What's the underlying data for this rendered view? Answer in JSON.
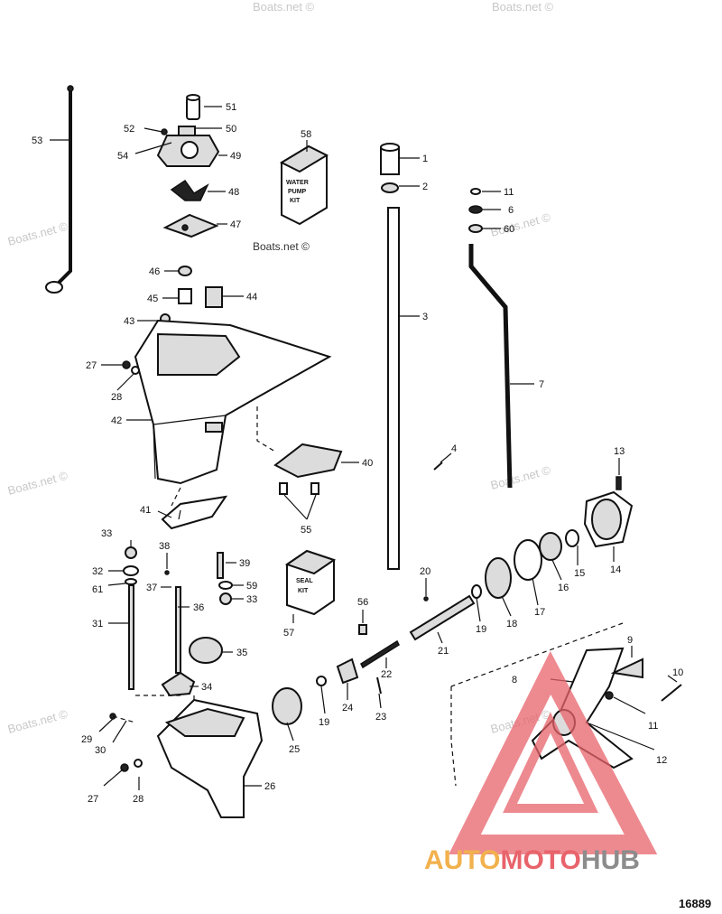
{
  "colors": {
    "line": "#111111",
    "watermark": "#c8c8c8",
    "logo_red": "#e8636b",
    "logo_orange": "#f2b14d",
    "logo_gray": "#8c8c8c"
  },
  "watermark_text": "Boats.net ©",
  "diagram_id": "16889",
  "logo": {
    "part1": "AUTO",
    "part2": "MOTO",
    "part3": "HUB"
  },
  "kits": {
    "water_pump": [
      "WATER",
      "PUMP",
      "KIT"
    ],
    "seal": [
      "SEAL",
      "KIT"
    ]
  },
  "callouts": {
    "c1": "1",
    "c2": "2",
    "c3": "3",
    "c4": "4",
    "c6": "6",
    "c7": "7",
    "c8": "8",
    "c9": "9",
    "c10": "10",
    "c11a": "11",
    "c11b": "11",
    "c12": "12",
    "c13": "13",
    "c14": "14",
    "c15": "15",
    "c16": "16",
    "c17": "17",
    "c18": "18",
    "c19a": "19",
    "c19b": "19",
    "c20": "20",
    "c21": "21",
    "c22": "22",
    "c23": "23",
    "c24": "24",
    "c25": "25",
    "c26": "26",
    "c27a": "27",
    "c27b": "27",
    "c28a": "28",
    "c28b": "28",
    "c29": "29",
    "c30": "30",
    "c31": "31",
    "c32": "32",
    "c33a": "33",
    "c33b": "33",
    "c34": "34",
    "c35": "35",
    "c36": "36",
    "c37": "37",
    "c38": "38",
    "c39": "39",
    "c40": "40",
    "c41": "41",
    "c42": "42",
    "c43": "43",
    "c44": "44",
    "c45": "45",
    "c46": "46",
    "c47": "47",
    "c48": "48",
    "c49": "49",
    "c50": "50",
    "c51": "51",
    "c52": "52",
    "c53": "53",
    "c54": "54",
    "c55": "55",
    "c56": "56",
    "c57": "57",
    "c58": "58",
    "c59": "59",
    "c60": "60",
    "c61": "61"
  }
}
